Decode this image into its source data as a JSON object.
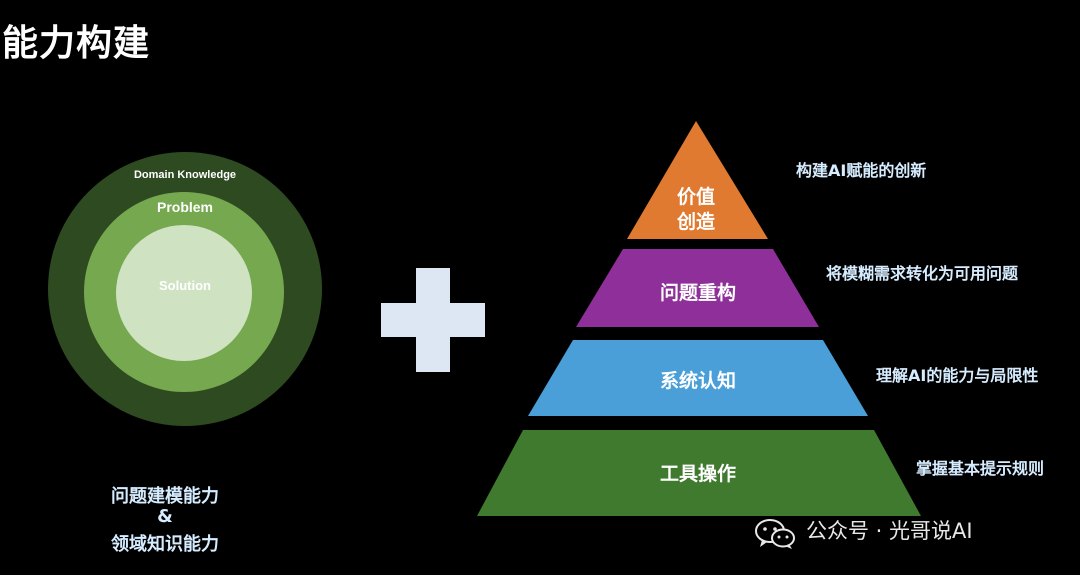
{
  "title": "能力构建",
  "circles": {
    "outer": "Domain Knowledge",
    "middle": "Problem",
    "inner": "Solution"
  },
  "caption": {
    "line1": "问题建模能力",
    "line2": "&",
    "line3": "领域知识能力"
  },
  "plus_symbol": "plus-icon",
  "pyramid": {
    "tiers": [
      {
        "label_line1": "价值",
        "label_line2": "创造",
        "note": "构建AI赋能的创新",
        "color": "#e07a30"
      },
      {
        "label_line1": "问题重构",
        "label_line2": "",
        "note": "将模糊需求转化为可用问题",
        "color": "#8e2f9a"
      },
      {
        "label_line1": "系统认知",
        "label_line2": "",
        "note": "理解AI的能力与局限性",
        "color": "#4a9fd8"
      },
      {
        "label_line1": "工具操作",
        "label_line2": "",
        "note": "掌握基本提示规则",
        "color": "#3f7a2e"
      }
    ]
  },
  "watermark": {
    "icon": "wechat-icon",
    "text": "公众号 · 光哥说AI"
  }
}
